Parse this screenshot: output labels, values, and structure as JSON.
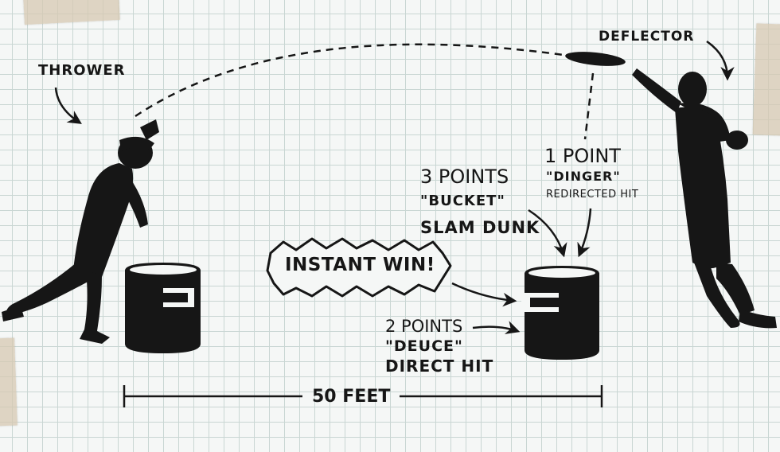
{
  "labels": {
    "thrower": "THROWER",
    "deflector": "DEFLECTOR",
    "one_point_title": "1 POINT",
    "one_point_name": "\"DINGER\"",
    "one_point_desc": "REDIRECTED HIT",
    "three_points_title": "3 POINTS",
    "three_points_name": "\"BUCKET\"",
    "three_points_desc": "SLAM DUNK",
    "instant_win": "INSTANT WIN!",
    "two_points_title": "2 POINTS",
    "two_points_name": "\"DEUCE\"",
    "two_points_desc": "DIRECT HIT",
    "distance": "50 FEET"
  },
  "colors": {
    "ink": "#161616",
    "grid": "#c9d6d3",
    "paper": "#f5f7f6",
    "tape": "#d6c8b2"
  },
  "icons": {
    "thrower": "thrower-silhouette",
    "deflector": "deflector-silhouette",
    "bucket": "bucket-pole",
    "disc": "flying-disc"
  }
}
